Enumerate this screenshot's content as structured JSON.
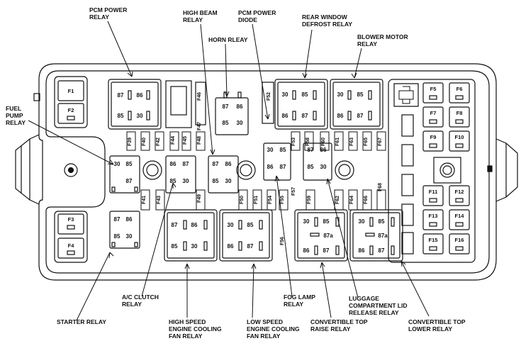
{
  "callouts": {
    "pcm_power_relay": [
      "PCM POWER",
      "RELAY"
    ],
    "high_beam_relay": [
      "HIGH BEAM",
      "RELAY"
    ],
    "pcm_power_diode": [
      "PCM POWER",
      "DIODE"
    ],
    "rear_window_defrost_relay": [
      "REAR WINDOW",
      "DEFROST RELAY"
    ],
    "horn_relay": [
      "HORN RLEAY"
    ],
    "blower_motor_relay": [
      "BLOWER MOTOR",
      "RELAY"
    ],
    "fuel_pump_relay": [
      "FUEL",
      "PUMP",
      "RELAY"
    ],
    "ac_clutch_relay": [
      "A/C CLUTCH",
      "RELAY"
    ],
    "starter_relay": [
      "STARTER RELAY"
    ],
    "high_speed_fan_relay": [
      "HIGH SPEED",
      "ENGINE COOLING",
      "FAN RELAY"
    ],
    "low_speed_fan_relay": [
      "LOW SPEED",
      "ENGINE COOLING",
      "FAN RELAY"
    ],
    "fog_lamp_relay": [
      "FOG LAMP",
      "RELAY"
    ],
    "luggage_lid_relay": [
      "LUGGAGE",
      "COMPARTMENT LID",
      "RELEASE RELAY"
    ],
    "convertible_top_raise_relay": [
      "CONVERTIBLE TOP",
      "RAISE RELAY"
    ],
    "convertible_top_lower_relay": [
      "CONVERTIBLE TOP",
      "LOWER RELAY"
    ]
  },
  "large_fuses": {
    "f1": "F1",
    "f2": "F2",
    "f3": "F3",
    "f4": "F4",
    "f5": "F5",
    "f6": "F6",
    "f7": "F7",
    "f8": "F8",
    "f9": "F9",
    "f10": "F10",
    "f11": "F11",
    "f12": "F12",
    "f13": "F13",
    "f14": "F14",
    "f15": "F15",
    "f16": "F16"
  },
  "mini_fuses": {
    "f39": "F39",
    "f40": "F40",
    "f41": "F41",
    "f42": "F42",
    "f43": "F43",
    "f44": "F44",
    "f45": "F45",
    "f46": "F46",
    "f47": "F47",
    "f48": "F48",
    "f49": "F49",
    "f50": "F50",
    "f51": "F51",
    "f52": "F52",
    "f53": "F53",
    "f54": "F54",
    "f55": "F55",
    "f56": "F56",
    "f57": "F57",
    "f58": "F58",
    "f59": "F59",
    "f60": "F60",
    "f61": "F61",
    "f62": "F62",
    "f63": "F63",
    "f64": "F64",
    "f65": "F65",
    "f66": "F66",
    "f67": "F67",
    "f68": "F68"
  },
  "relay_pins": {
    "p87": "87",
    "p86": "86",
    "p85": "85",
    "p30": "30",
    "p87a": "87a"
  }
}
